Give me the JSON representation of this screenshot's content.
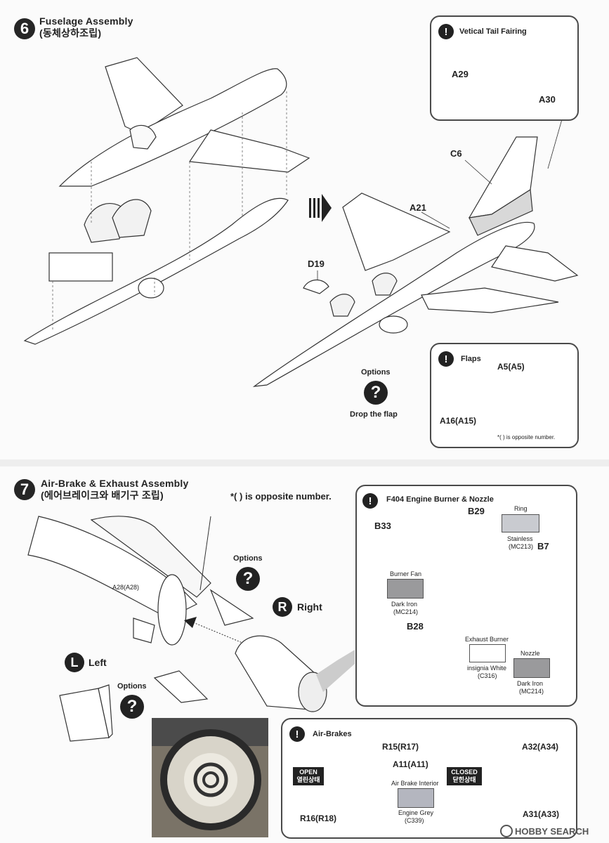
{
  "step6": {
    "number": "6",
    "title": "Fuselage Assembly",
    "subtitle": "(동체상하조립)",
    "vertical_tail_box": {
      "title": "Vetical Tail Fairing",
      "parts": [
        "A29",
        "A30"
      ]
    },
    "flaps_box": {
      "title": "Flaps",
      "part_a": "A5(A5)",
      "part_b": "A16(A15)",
      "note": "*( ) is opposite number."
    },
    "labels": {
      "c6": "C6",
      "a21": "A21",
      "d19": "D19"
    },
    "options_label": "Options",
    "question_mark": "?",
    "options_caption": "Drop the flap"
  },
  "step7": {
    "number": "7",
    "title": "Air-Brake & Exhaust Assembly",
    "subtitle": "(에어브레이크와 배기구 조립)",
    "note": "*( ) is opposite number.",
    "a28": "A28(A28)",
    "options_label_1": "Options",
    "options_label_2": "Options",
    "question_mark": "?",
    "right_badge": "R",
    "right_label": "Right",
    "left_badge": "L",
    "left_label": "Left",
    "engine_box": {
      "title": "F404 Engine Burner & Nozzle",
      "b33": "B33",
      "b29": "B29",
      "b7": "B7",
      "b28": "B28",
      "ring": "Ring",
      "stainless": "Stainless",
      "stainless_code": "(MC213)",
      "burner_fan": "Burner Fan",
      "dark_iron_1": "Dark Iron",
      "dark_iron_1_code": "(MC214)",
      "exhaust_burner": "Exhaust Burner",
      "insignia_white": "insignia White",
      "insignia_code": "(C316)",
      "nozzle": "Nozzle",
      "dark_iron_2": "Dark Iron",
      "dark_iron_2_code": "(MC214)"
    },
    "airbrake_box": {
      "title": "Air-Brakes",
      "r15": "R15(R17)",
      "a11": "A11(A11)",
      "r16": "R16(R18)",
      "interior": "Air Brake Interior",
      "engine_grey": "Engine Grey",
      "engine_grey_code": "(C339)",
      "open_en": "OPEN",
      "open_kr": "열린상태",
      "closed_en": "CLOSED",
      "closed_kr": "닫힌상태",
      "a32": "A32(A34)",
      "a31": "A31(A33)"
    }
  },
  "watermark": "HOBBY SEARCH",
  "colors": {
    "stainless": "#c9cbd0",
    "dark_iron": "#9a9a9c",
    "insignia_white": "#ffffff",
    "engine_grey": "#b4b6bf",
    "badge": "#222222"
  }
}
